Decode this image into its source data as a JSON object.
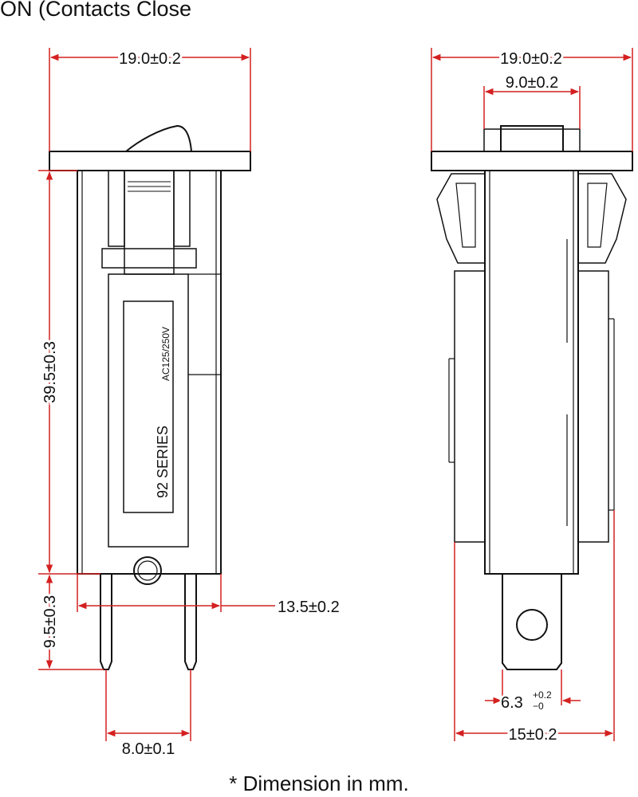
{
  "header": {
    "title": "ON (Contacts Close"
  },
  "front_view": {
    "label_series": "92  SERIES",
    "label_rating": "AC125/250V"
  },
  "dimensions": {
    "front_width": "19.0±0.2",
    "front_height": "39.5±0.3",
    "terminal_length": "9.5±0.3",
    "body_width": "13.5±0.2",
    "terminal_pitch": "8.0±0.1",
    "side_width": "19.0±0.2",
    "rocker_width": "9.0±0.2",
    "terminal_width_main": "6.3",
    "terminal_tol_plus": "+0.2",
    "terminal_tol_minus": "−0",
    "side_body_width": "15±0.2"
  },
  "footer": {
    "note": "* Dimension in mm."
  },
  "colors": {
    "dimension": "#d42020",
    "outline": "#111111"
  }
}
